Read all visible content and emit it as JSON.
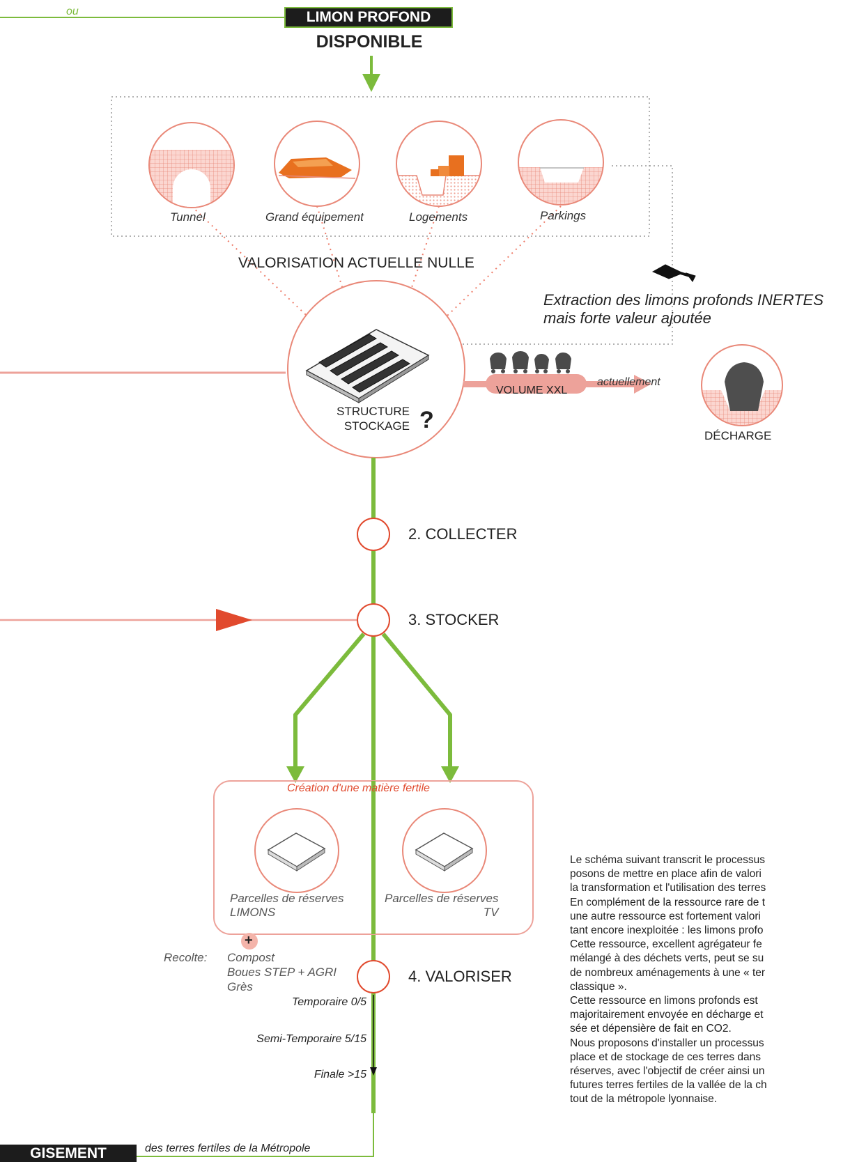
{
  "header": {
    "ou": "ou",
    "limon_profond": "LIMON PROFOND",
    "disponible": "DISPONIBLE"
  },
  "uses": [
    {
      "label": "Tunnel",
      "icon": "tunnel-icon"
    },
    {
      "label": "Grand équipement",
      "icon": "stadium-icon"
    },
    {
      "label": "Logements",
      "icon": "housing-icon"
    },
    {
      "label": "Parkings",
      "icon": "parking-icon"
    }
  ],
  "valorisation_actuelle": "VALORISATION ACTUELLE NULLE",
  "extraction": {
    "line1": "Extraction des limons profonds INERTES",
    "line2": "mais forte valeur ajoutée"
  },
  "structure": {
    "line1": "STRUCTURE",
    "line2": "STOCKAGE",
    "question": "?"
  },
  "volume_label": "VOLUME XXL",
  "actuellement": "actuellement",
  "decharge": "DÉCHARGE",
  "steps": {
    "collecter": "2. COLLECTER",
    "stocker": "3. STOCKER",
    "valoriser": "4.  VALORISER"
  },
  "creation": "Création d'une matière fertile",
  "parcels": {
    "left_line1": "Parcelles de réserves",
    "left_line2": "LIMONS",
    "right_line1": "Parcelles de réserves",
    "right_line2": "TV"
  },
  "plus": "+",
  "recolte": {
    "label": "Recolte:",
    "line1": "Compost",
    "line2": "Boues STEP + AGRI",
    "line3": "Grès"
  },
  "phases": {
    "temp": "Temporaire 0/5",
    "semi": "Semi-Temporaire 5/15",
    "finale": "Finale >15"
  },
  "paragraph": [
    "Le schéma suivant transcrit le processus",
    "posons de mettre en place afin de valori",
    "la transformation et l'utilisation des terres",
    "En complément de la ressource rare de t",
    "une autre ressource est fortement  valori",
    "tant encore inexploitée : les limons profo",
    "Cette ressource, excellent agrégateur fe",
    "mélangé à des déchets verts, peut se su",
    "de nombreux aménagements à une « ter",
    "classique ».",
    "Cette ressource en limons profonds est",
    "majoritairement  envoyée en décharge et",
    "sée et dépensière de fait en CO2.",
    "Nous proposons d'installer un processus",
    "place et de stockage de ces terres dans",
    "réserves, avec l'objectif de créer ainsi un",
    "futures terres fertiles de la vallée de la ch",
    "tout de la métropole lyonnaise."
  ],
  "gisement": {
    "label": "GISEMENT",
    "sub": "des terres fertiles de la Métropole"
  },
  "colors": {
    "green": "#7cbb3c",
    "salmon": "#eda29a",
    "red_arrow": "#e14a2e",
    "dark": "#1c1c1c"
  }
}
